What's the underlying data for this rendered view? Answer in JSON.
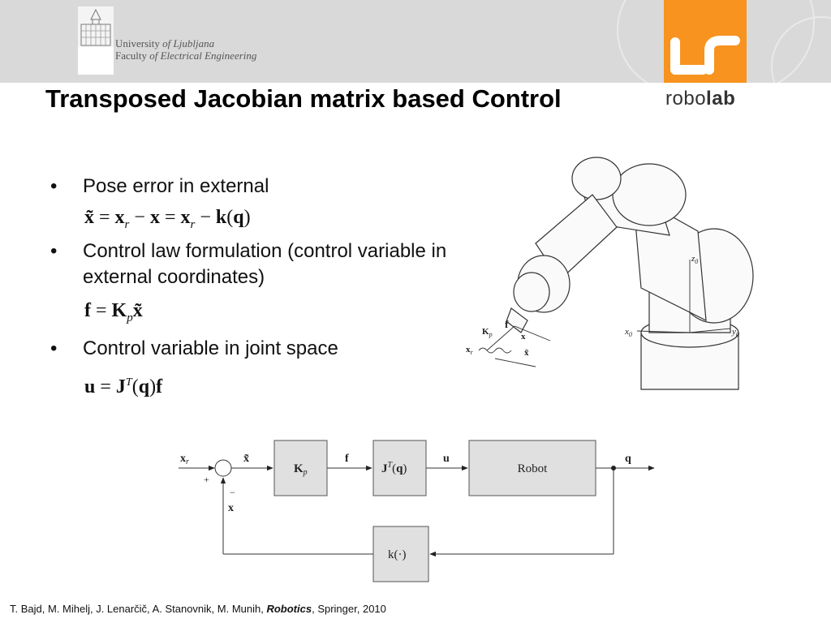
{
  "header": {
    "institution_line1_a": "University",
    "institution_line1_b": "of Ljubljana",
    "institution_line2_a": "Faculty",
    "institution_line2_b": "of Electrical Engineering",
    "lab_name_a": "robo",
    "lab_name_b": "lab",
    "lab_logo_text": "LR"
  },
  "slide": {
    "title": "Transposed Jacobian matrix based Control",
    "bullets": [
      {
        "marker": "•",
        "text": "Pose error in external"
      },
      {
        "marker": "•",
        "text": "Control law formulation (control variable in external coordinates)"
      },
      {
        "marker": "•",
        "text": "Control variable in joint space"
      }
    ],
    "formulas": [
      "x̃ = xr − x = xr − k(q)",
      "f = Kp x̃",
      "u = JT(q)f"
    ]
  },
  "robot_figure": {
    "labels": [
      "z0",
      "x0",
      "y0",
      "Kp",
      "f",
      "x",
      "xr",
      "x̃"
    ]
  },
  "block_diagram": {
    "input_label": "xr",
    "error_label": "x̃",
    "plus_sign": "+",
    "minus_sign": "−",
    "feedback_label": "x",
    "blocks": [
      {
        "id": "gain",
        "label": "Kp"
      },
      {
        "id": "jacobian",
        "label": "JT(q)"
      },
      {
        "id": "robot",
        "label": "Robot"
      },
      {
        "id": "kinematics",
        "label": "k(·)"
      }
    ],
    "signals": {
      "f": "f",
      "u": "u",
      "q": "q"
    }
  },
  "footer": {
    "authors": "T. Bajd, M. Mihelj, J. Lenarčič, A. Stanovnik, M. Munih, ",
    "book": "Robotics",
    "publisher": ", Springer, 2010"
  },
  "colors": {
    "accent": "#f7931e",
    "header_band": "#d9d9d9",
    "block_fill": "#e0e0e0"
  }
}
